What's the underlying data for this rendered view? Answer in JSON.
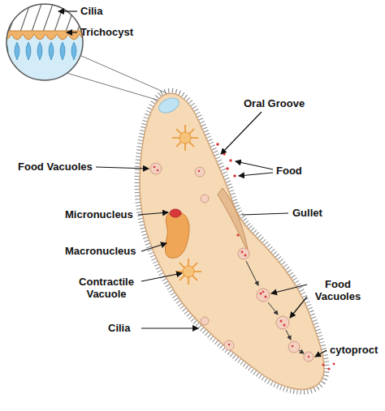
{
  "diagram": {
    "labels": [
      "Cilia",
      "Trichocyst",
      "Oral Groove",
      "Food Vacuoles",
      "Food",
      "Micronucleus",
      "Gullet",
      "Macronucleus",
      "Contractile Vacuole",
      "Food Vacuoles",
      "Cilia",
      "cytoproct"
    ]
  }
}
